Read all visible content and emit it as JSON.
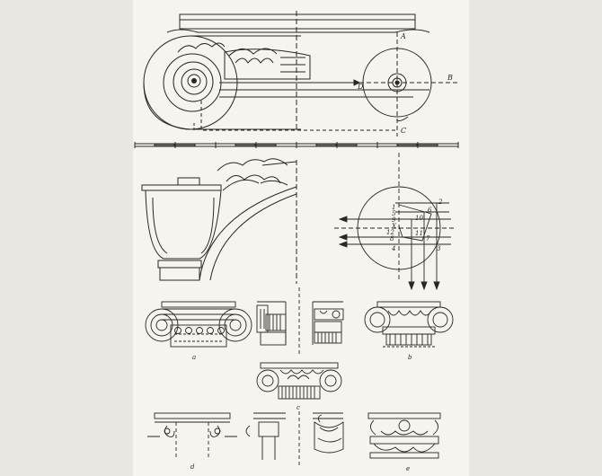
{
  "colors": {
    "paper": "#e9e7e1",
    "sheet": "#f5f4ef",
    "ink": "#2a2622",
    "shade": "#6e6860"
  },
  "labels": {
    "point_a": "A",
    "point_b": "B",
    "point_c": "C",
    "point_d": "D",
    "volute_numbers": [
      "1",
      "2",
      "3",
      "4",
      "5",
      "6",
      "7",
      "8",
      "9",
      "10",
      "11",
      "12"
    ],
    "x_mark": "X",
    "fig_a": "a",
    "fig_b": "b",
    "fig_c": "c",
    "fig_d": "d",
    "fig_e": "e"
  }
}
